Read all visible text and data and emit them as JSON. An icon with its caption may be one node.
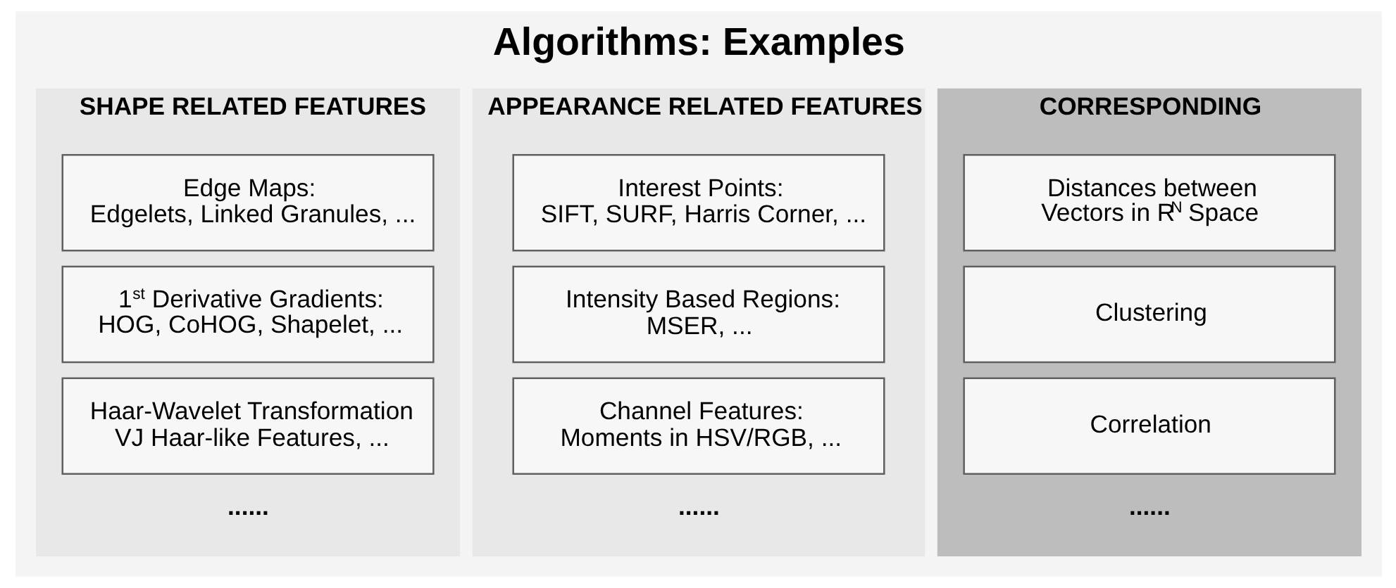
{
  "diagram": {
    "title": "Algorithms: Examples",
    "nodes": [
      {
        "text": [
          "SHAPE RELATED FEATURES",
          "......"
        ]
      },
      {
        "text": [
          "Edge Maps: Edgelets, Linked Granules, ..."
        ],
        "in": 0
      },
      {
        "text": [
          "1$^{st}$ Derivative Gradients: HOG, CoHOG, Shapelet, ..."
        ],
        "in": 0
      },
      {
        "text": [
          "Haar-Wavelet Transformation VJ Haar-like Features, ..."
        ],
        "in": 0
      },
      {
        "text": [
          "APPEARANCE RELATED FEATURES",
          "......"
        ]
      },
      {
        "text": [
          "Interest Points: SIFT, SURF, Harris Corner, ..."
        ],
        "in": 4
      },
      {
        "text": [
          "Intensity Based Regions: MSER, ..."
        ],
        "in": 4
      },
      {
        "text": [
          "Channel Features: Moments in HSV/RGB, ..."
        ],
        "in": 4
      },
      {
        "text": [
          "CORRESPONDING",
          "......"
        ]
      },
      {
        "text": [
          "Distances between Vectors in R$^{N}$ Space"
        ],
        "in": 8
      },
      {
        "text": [
          "Clustering"
        ],
        "in": 8
      },
      {
        "text": [
          "Correlation"
        ],
        "in": 8
      }
    ],
    "edges": []
  }
}
